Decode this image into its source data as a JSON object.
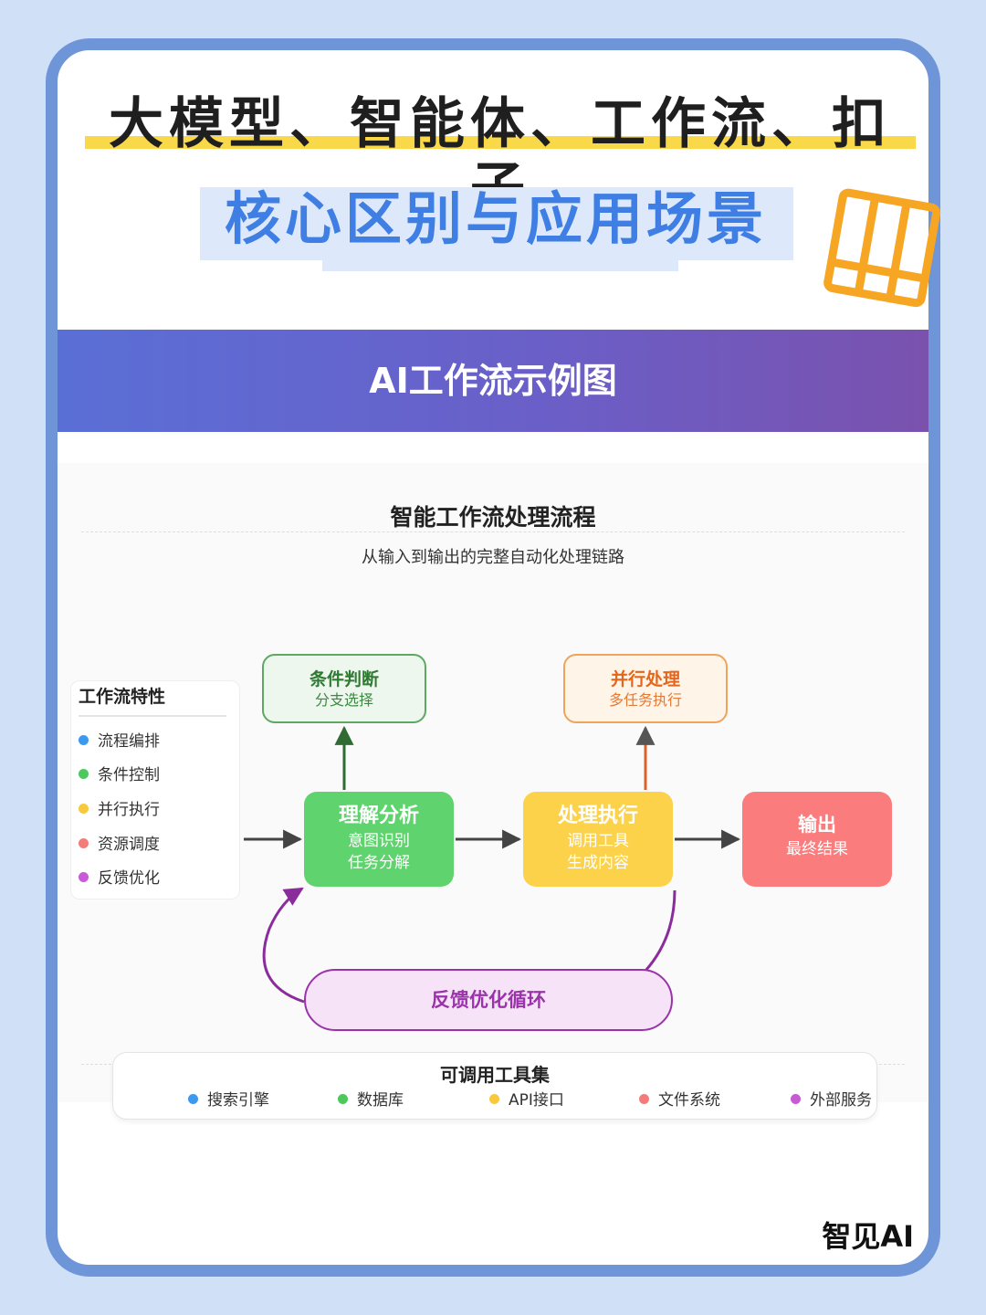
{
  "header": {
    "title_line1": "大模型、智能体、工作流、扣子",
    "title_line2": "核心区别与应用场景"
  },
  "banner": {
    "title": "AI工作流示例图"
  },
  "diagram": {
    "title": "智能工作流处理流程",
    "subtitle": "从输入到输出的完整自动化处理链路",
    "features": {
      "title": "工作流特性",
      "items": [
        {
          "label": "流程编排",
          "color": "#3b99f0"
        },
        {
          "label": "条件控制",
          "color": "#4cc95a"
        },
        {
          "label": "并行执行",
          "color": "#f8c93a"
        },
        {
          "label": "资源调度",
          "color": "#f57b7b"
        },
        {
          "label": "反馈优化",
          "color": "#c85ad8"
        }
      ]
    },
    "nodes": {
      "condition": {
        "title": "条件判断",
        "sub": "分支选择"
      },
      "parallel": {
        "title": "并行处理",
        "sub": "多任务执行"
      },
      "understand": {
        "title": "理解分析",
        "sub1": "意图识别",
        "sub2": "任务分解"
      },
      "process": {
        "title": "处理执行",
        "sub1": "调用工具",
        "sub2": "生成内容"
      },
      "output": {
        "title": "输出",
        "sub": "最终结果"
      },
      "feedback": {
        "title": "反馈优化循环"
      }
    },
    "tools": {
      "title": "可调用工具集",
      "items": [
        {
          "label": "搜索引擎",
          "color": "#3b99f0"
        },
        {
          "label": "数据库",
          "color": "#4cc95a"
        },
        {
          "label": "API接口",
          "color": "#f8c93a"
        },
        {
          "label": "文件系统",
          "color": "#f57b7b"
        },
        {
          "label": "外部服务",
          "color": "#c85ad8"
        }
      ]
    }
  },
  "colors": {
    "accent_blue": "#3f7ee3",
    "banner_start": "#5a6fd6",
    "banner_end": "#7a52ae",
    "highlight_yellow": "#f9d84a",
    "frame_blue": "#6f95d9"
  },
  "footer": {
    "brand": "智见AI"
  }
}
